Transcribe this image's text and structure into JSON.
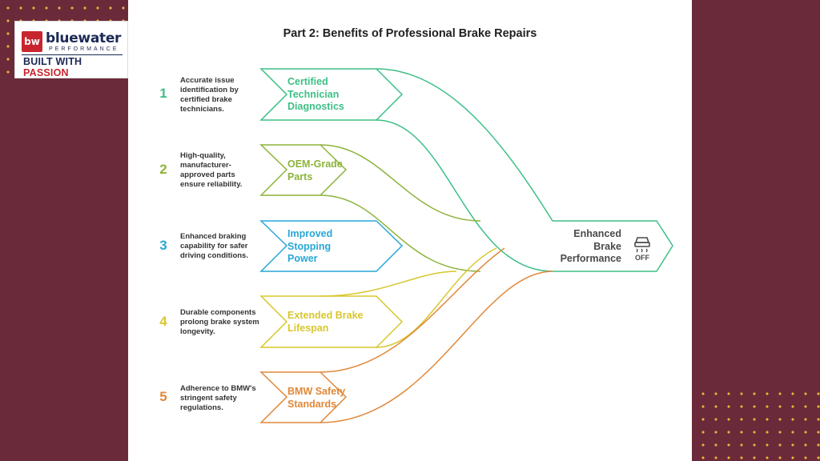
{
  "brand": {
    "mark": "bw",
    "name": "bluewater",
    "sub": "PERFORMANCE",
    "tag_plain": "BUILT WITH",
    "tag_accent": "PASSION",
    "colors": {
      "primary": "#1c2a55",
      "accent": "#c8262e"
    }
  },
  "title": "Part 2: Benefits of Professional Brake Repairs",
  "colors": {
    "background": "#6b2a3a",
    "dots": "#e8b23a"
  },
  "steps": [
    {
      "num": "1",
      "label": "Certified Technician Diagnostics",
      "desc": "Accurate issue identification by certified brake technicians.",
      "color": "#3dbf86"
    },
    {
      "num": "2",
      "label": "OEM-Grade Parts",
      "desc": "High-quality, manufacturer-approved parts ensure reliability.",
      "color": "#8db33a"
    },
    {
      "num": "3",
      "label": "Improved Stopping Power",
      "desc": "Enhanced braking capability for safer driving conditions.",
      "color": "#29a7d6"
    },
    {
      "num": "4",
      "label": "Extended Brake Lifespan",
      "desc": "Durable components prolong brake system longevity.",
      "color": "#d8c72c"
    },
    {
      "num": "5",
      "label": "BMW Safety Standards",
      "desc": "Adherence to BMW's stringent safety regulations.",
      "color": "#e0883a"
    }
  ],
  "output": {
    "label": "Enhanced Brake Performance",
    "icon": "traction-control-off-icon",
    "icon_text": "OFF",
    "color": "#3dbf86"
  }
}
